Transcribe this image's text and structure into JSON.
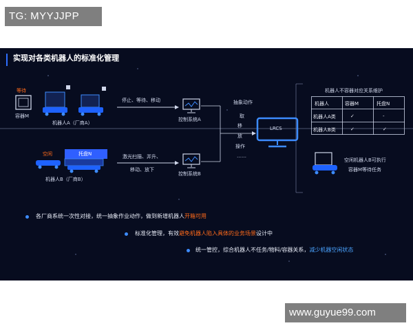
{
  "watermark_top": "TG: MYYJJPP",
  "watermark_bottom": "www.guyue99.com",
  "slide": {
    "title": "实现对各类机器人的标准化管理",
    "robot_a": {
      "status": "等待",
      "container_label": "容器M",
      "label": "机器人A（厂商A）",
      "actions": "停止、等待、移动",
      "control_system": "控制系统A"
    },
    "robot_b": {
      "status": "空闲",
      "pallet": "托盘N",
      "label": "机器人B（厂商B）",
      "actions_line1": "激光扫描、并升、",
      "actions_line2": "移动、放下",
      "control_system": "控制系统B"
    },
    "abstract_actions": {
      "title": "抽象动作",
      "items": [
        "取",
        "移",
        "放",
        "操作",
        "……"
      ]
    },
    "hub": "LRCS",
    "relation_table": {
      "title": "机器人不容器对应关系维护",
      "headers": [
        "机器人",
        "容器M",
        "托盘N"
      ],
      "rows": [
        [
          "机器人A类",
          "✓",
          "-"
        ],
        [
          "机器人B类",
          "✓",
          "✓"
        ]
      ]
    },
    "task_note_line1": "空闲机器人B可执行",
    "task_note_line2": "容器M等待任务",
    "bullets": [
      {
        "text": "各厂商系统一次性对接，统一抽象作业动作，做到新增机器人",
        "highlight": "开箱可用"
      },
      {
        "text": "标准化管理，有效",
        "highlight": "避免机器人陷入具体的业务场景",
        "text2": "设计中"
      },
      {
        "text": "统一管控，综合机器人不任务/物料/容器关系，",
        "highlight": "减少机器空闲状态"
      }
    ],
    "colors": {
      "accent": "#3d8cff",
      "highlight_orange": "#ff6a1a",
      "highlight_blue": "#4aa3ff",
      "background": "#070c1f"
    }
  }
}
